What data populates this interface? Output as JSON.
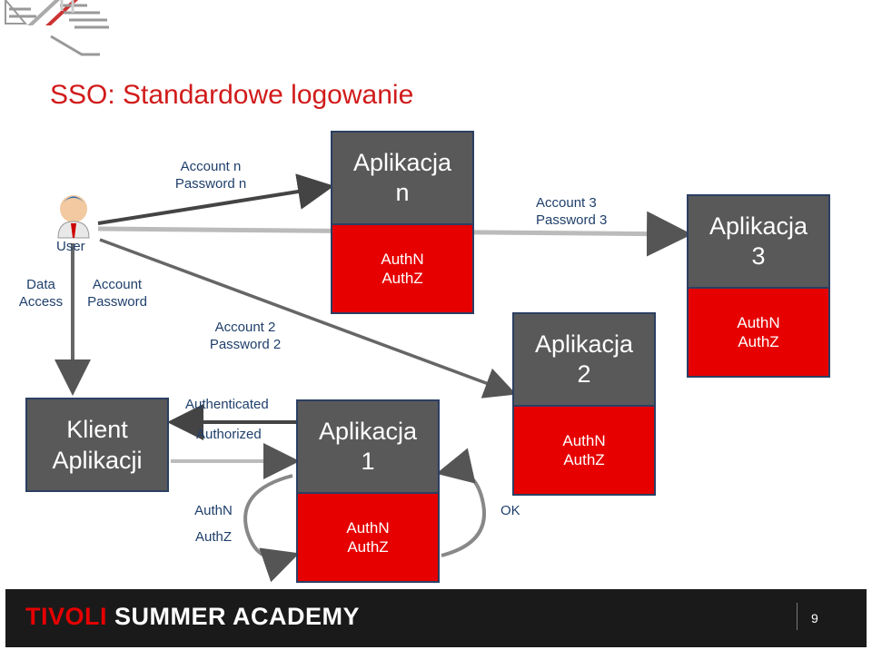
{
  "title": "SSO: Standardowe logowanie",
  "user": {
    "label": "User"
  },
  "data_access": {
    "line1": "Data",
    "line2": "Access"
  },
  "account_password": {
    "line1": "Account",
    "line2": "Password"
  },
  "client": {
    "line1": "Klient",
    "line2": "Aplikacji"
  },
  "arrow_n": {
    "line1": "Account n",
    "line2": "Password n"
  },
  "arrow_2": {
    "line1": "Account 2",
    "line2": "Password 2"
  },
  "arrow_3": {
    "line1": "Account 3",
    "line2": "Password 3"
  },
  "authenticated": "Authenticated",
  "authorized": "Authorized",
  "loop_left": {
    "line1": "AuthN",
    "line2": "AuthZ"
  },
  "loop_ok": "OK",
  "app_n": {
    "top1": "Aplikacja",
    "top2": "n",
    "bot1": "AuthN",
    "bot2": "AuthZ"
  },
  "app_1": {
    "top1": "Aplikacja",
    "top2": "1",
    "bot1": "AuthN",
    "bot2": "AuthZ"
  },
  "app_2": {
    "top1": "Aplikacja",
    "top2": "2",
    "bot1": "AuthN",
    "bot2": "AuthZ"
  },
  "app_3": {
    "top1": "Aplikacja",
    "top2": "3",
    "bot1": "AuthN",
    "bot2": "AuthZ"
  },
  "footer": {
    "brand_red": "TIVOLI",
    "brand_white": "SUMMER ACADEMY",
    "page": "9"
  },
  "colors": {
    "title": "#d11b1b",
    "app_grey": "#595959",
    "auth_red": "#e60000",
    "label_blue": "#1f3f6b"
  }
}
